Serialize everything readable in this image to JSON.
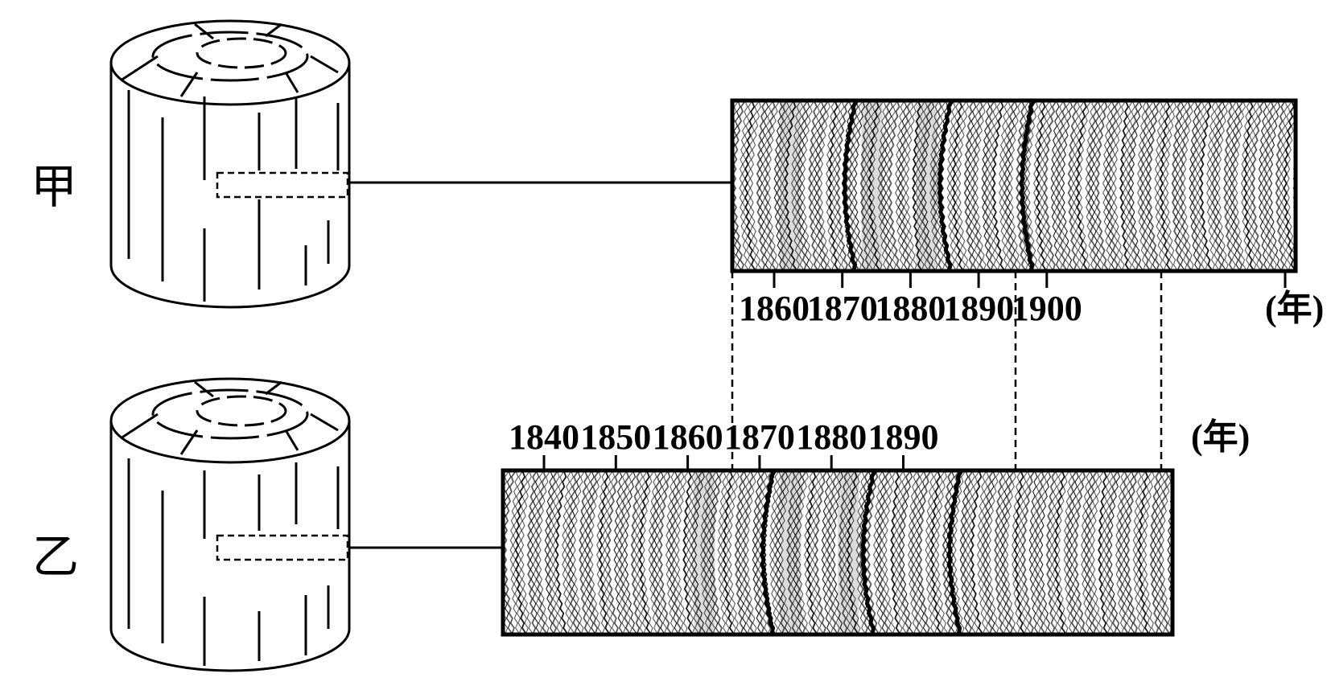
{
  "labels": {
    "tree_a": "甲",
    "tree_b": "乙"
  },
  "top_axis": {
    "ticks": [
      "1860",
      "1870",
      "1880",
      "1890",
      "1900"
    ],
    "unit": "(年)"
  },
  "bottom_axis": {
    "ticks": [
      "1840",
      "1850",
      "1860",
      "1870",
      "1880",
      "1890"
    ],
    "unit": "(年)"
  },
  "colors": {
    "ink": "#000000",
    "shade": "#9a9a9a",
    "background": "#ffffff"
  },
  "dark_ring_years": [
    1872,
    1886,
    1898
  ]
}
